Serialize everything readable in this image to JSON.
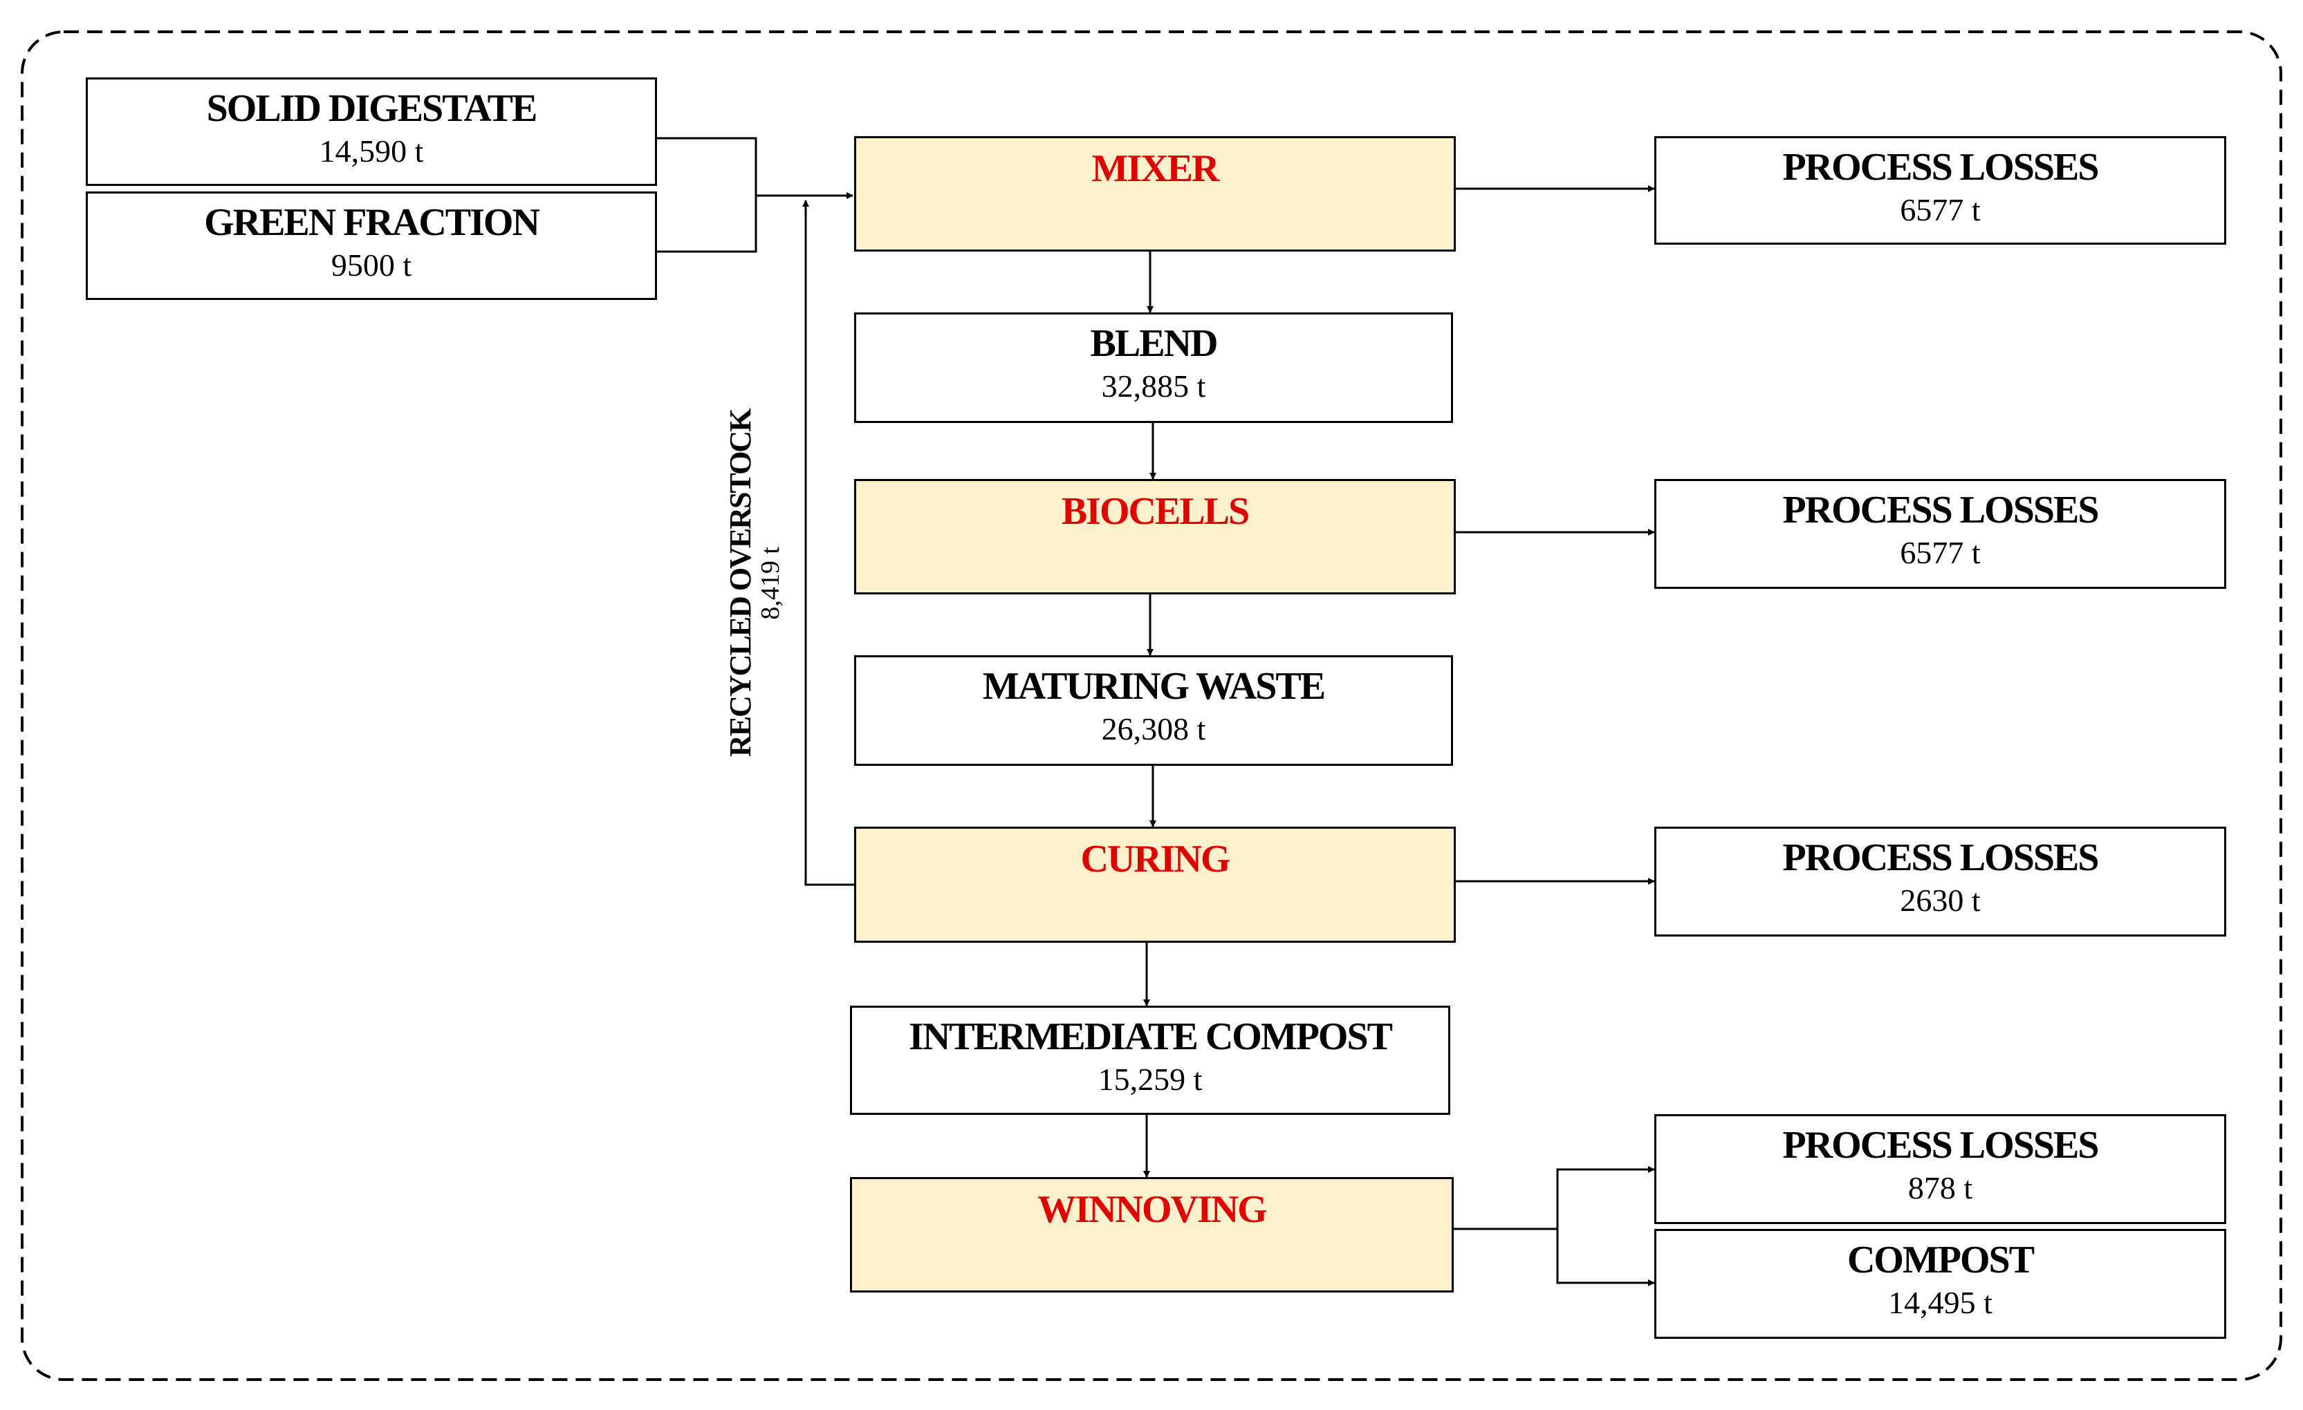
{
  "inputs": [
    {
      "title": "SOLID DIGESTATE",
      "value": "14,590 t"
    },
    {
      "title": "GREEN FRACTION",
      "value": "9500 t"
    }
  ],
  "processes": [
    {
      "title": "MIXER"
    },
    {
      "title": "BIOCELLS"
    },
    {
      "title": "CURING"
    },
    {
      "title": "WINNOVING"
    }
  ],
  "intermediates": [
    {
      "title": "BLEND",
      "value": "32,885 t"
    },
    {
      "title": "MATURING WASTE",
      "value": "26,308 t"
    },
    {
      "title": "INTERMEDIATE COMPOST",
      "value": "15,259 t"
    }
  ],
  "losses": [
    {
      "title": "PROCESS LOSSES",
      "value": "6577 t"
    },
    {
      "title": "PROCESS LOSSES",
      "value": "6577 t"
    },
    {
      "title": "PROCESS LOSSES",
      "value": "2630 t"
    },
    {
      "title": "PROCESS LOSSES",
      "value": "878 t"
    }
  ],
  "output": {
    "title": "COMPOST",
    "value": "14,495 t"
  },
  "recycle": {
    "title": "RECYCLED OVERSTOCK",
    "value": "8,419 t"
  },
  "colors": {
    "process_fill": "#fdf0cc",
    "process_text": "#e00000",
    "line": "#000000"
  }
}
